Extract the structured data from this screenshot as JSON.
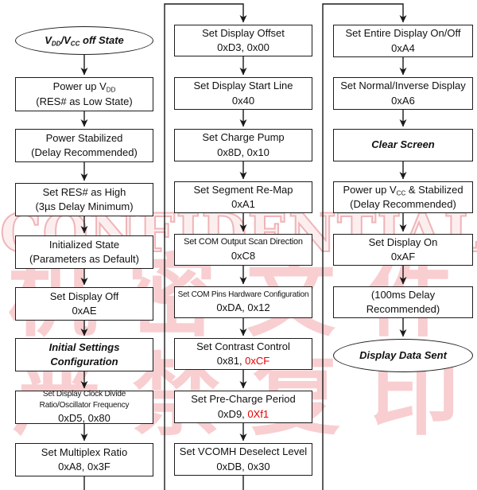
{
  "flow": {
    "start": {
      "p1": "V",
      "s1": "DD",
      "p2": "/V",
      "s2": "CC",
      "p3": " off State"
    },
    "col1": [
      {
        "l1p": "Power up V",
        "l1sub": "DD",
        "l2": "(RES# as Low State)"
      },
      {
        "l1": "Power Stabilized",
        "l2": "(Delay Recommended)"
      },
      {
        "l1": "Set RES# as High",
        "l2": "(3µs Delay Minimum)"
      },
      {
        "l1": "Initialized State",
        "l2": "(Parameters as Default)"
      },
      {
        "l1": "Set Display Off",
        "l2": "0xAE"
      },
      {
        "l1": "Initial Settings",
        "l2": "Configuration"
      },
      {
        "l1": "Set Display Clock Divide Ratio/Oscillator Frequency",
        "l2": "0xD5, 0x80"
      },
      {
        "l1": "Set Multiplex Ratio",
        "l2": "0xA8, 0x3F"
      }
    ],
    "col2": [
      {
        "l1": "Set Display Offset",
        "l2": "0xD3, 0x00"
      },
      {
        "l1": "Set Display Start Line",
        "l2": "0x40"
      },
      {
        "l1": "Set Charge Pump",
        "l2": "0x8D, 0x10"
      },
      {
        "l1": "Set Segment Re-Map",
        "l2": "0xA1"
      },
      {
        "l1": "Set COM Output Scan Direction",
        "l2": "0xC8"
      },
      {
        "l1": "Set COM Pins Hardware Configuration",
        "l2": "0xDA, 0x12"
      },
      {
        "l1": "Set Contrast Control",
        "l2p": "0x81, ",
        "l2r": "0xCF"
      },
      {
        "l1": "Set Pre-Charge Period",
        "l2p": "0xD9, ",
        "l2r": "0Xf1"
      },
      {
        "l1": "Set VCOMH Deselect Level",
        "l2": "0xDB, 0x30"
      }
    ],
    "col3": [
      {
        "l1": "Set Entire Display On/Off",
        "l2": "0xA4"
      },
      {
        "l1": "Set Normal/Inverse Display",
        "l2": "0xA6"
      },
      {
        "l1": "Clear Screen"
      },
      {
        "l1p": "Power up V",
        "l1sub": "CC",
        "l1s": " & Stabilized",
        "l2": "(Delay Recommended)"
      },
      {
        "l1": "Set Display On",
        "l2": "0xAF"
      },
      {
        "l1": "(100ms Delay Recommended)"
      }
    ],
    "end": {
      "label": "Display Data Sent"
    }
  },
  "watermark": {
    "confidential": "CONFIDENTIAL",
    "row1": "机密文件",
    "row2": "严禁复印"
  },
  "colors": {
    "value_red": "#e60000",
    "watermark_pink": "#f2a6ac",
    "line_black": "#1a1a1a"
  }
}
